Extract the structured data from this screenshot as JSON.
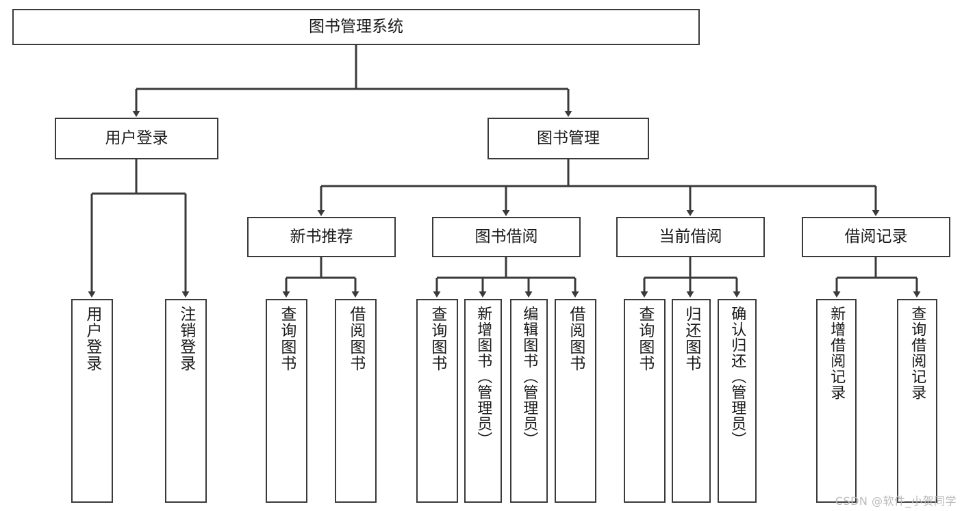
{
  "diagram": {
    "title": "图书管理系统",
    "type": "functional-decomposition-tree",
    "watermark": "CSDN @软件_小贺同学",
    "colors": {
      "node_border": "#3a3a3a",
      "node_fill": "#ffffff",
      "connector": "#3a3a3a",
      "text": "#1a1a1a",
      "watermark": "#b9b9b9",
      "background": "#ffffff"
    },
    "nodes": {
      "root": {
        "label": "图书管理系统"
      },
      "level2": [
        {
          "id": "user-login",
          "label": "用户登录"
        },
        {
          "id": "book-management",
          "label": "图书管理"
        }
      ],
      "level3": [
        {
          "id": "new-book-recommend",
          "label": "新书推荐"
        },
        {
          "id": "book-borrow",
          "label": "图书借阅"
        },
        {
          "id": "current-borrow",
          "label": "当前借阅"
        },
        {
          "id": "borrow-record",
          "label": "借阅记录"
        }
      ],
      "leaves": {
        "user_login": [
          {
            "id": "leaf-user-login",
            "label": "用户登录"
          },
          {
            "id": "leaf-logout-login",
            "label": "注销登录"
          }
        ],
        "new_book_recommend": [
          {
            "id": "leaf-query-book-1",
            "label": "查询图书"
          },
          {
            "id": "leaf-borrow-book-1",
            "label": "借阅图书"
          }
        ],
        "book_borrow": [
          {
            "id": "leaf-query-book-2",
            "label": "查询图书"
          },
          {
            "id": "leaf-add-book-admin",
            "label": "新增图书（管理员）"
          },
          {
            "id": "leaf-edit-book-admin",
            "label": "编辑图书（管理员）"
          },
          {
            "id": "leaf-borrow-book-2",
            "label": "借阅图书"
          }
        ],
        "current_borrow": [
          {
            "id": "leaf-query-book-3",
            "label": "查询图书"
          },
          {
            "id": "leaf-return-book",
            "label": "归还图书"
          },
          {
            "id": "leaf-confirm-return-admin",
            "label": "确认归还（管理员）"
          }
        ],
        "borrow_record": [
          {
            "id": "leaf-add-borrow-record",
            "label": "新增借阅记录"
          },
          {
            "id": "leaf-query-borrow-record",
            "label": "查询借阅记录"
          }
        ]
      }
    }
  }
}
